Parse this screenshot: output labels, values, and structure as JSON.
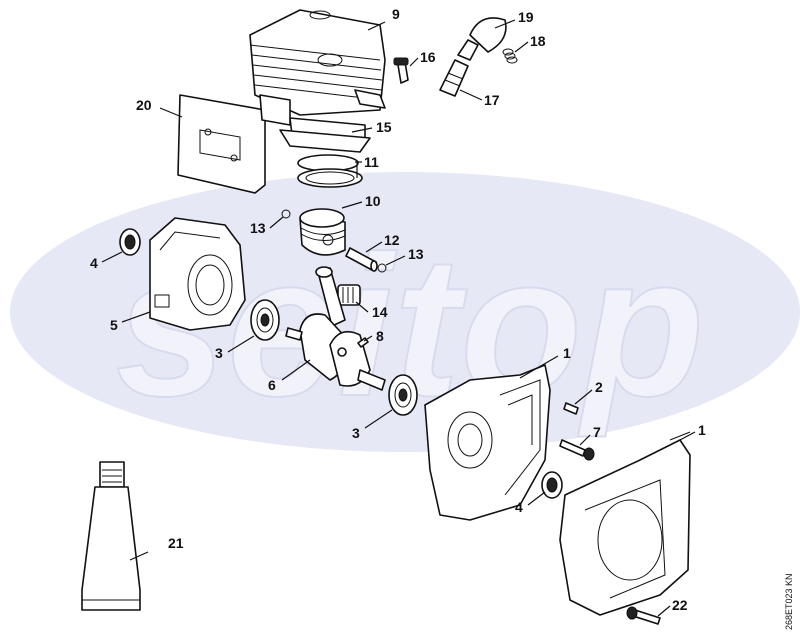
{
  "diagram": {
    "watermark": "seitop",
    "reference_code": "268ET023 KN",
    "callouts": [
      {
        "id": "c1a",
        "text": "1"
      },
      {
        "id": "c1b",
        "text": "1"
      },
      {
        "id": "c2",
        "text": "2"
      },
      {
        "id": "c3a",
        "text": "3"
      },
      {
        "id": "c3b",
        "text": "3"
      },
      {
        "id": "c4a",
        "text": "4"
      },
      {
        "id": "c4b",
        "text": "4"
      },
      {
        "id": "c5",
        "text": "5"
      },
      {
        "id": "c6",
        "text": "6"
      },
      {
        "id": "c7",
        "text": "7"
      },
      {
        "id": "c8",
        "text": "8"
      },
      {
        "id": "c9",
        "text": "9"
      },
      {
        "id": "c10",
        "text": "10"
      },
      {
        "id": "c11",
        "text": "11"
      },
      {
        "id": "c12",
        "text": "12"
      },
      {
        "id": "c13a",
        "text": "13"
      },
      {
        "id": "c13b",
        "text": "13"
      },
      {
        "id": "c14",
        "text": "14"
      },
      {
        "id": "c15",
        "text": "15"
      },
      {
        "id": "c16",
        "text": "16"
      },
      {
        "id": "c17",
        "text": "17"
      },
      {
        "id": "c18",
        "text": "18"
      },
      {
        "id": "c19",
        "text": "19"
      },
      {
        "id": "c20",
        "text": "20"
      },
      {
        "id": "c21",
        "text": "21"
      },
      {
        "id": "c22",
        "text": "22"
      }
    ]
  }
}
